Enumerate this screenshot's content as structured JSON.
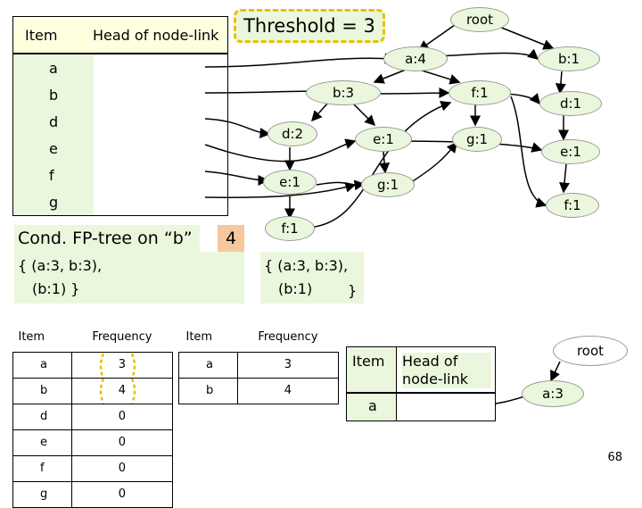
{
  "header_table": {
    "item_label": "Item",
    "head_label": "Head of node-link"
  },
  "items": [
    "a",
    "b",
    "d",
    "e",
    "f",
    "g"
  ],
  "threshold": "Threshold = 3",
  "tree": {
    "root": "root",
    "nodes": {
      "a4": "a:4",
      "b1_top": "b:1",
      "b3": "b:3",
      "f1_right": "f:1",
      "d1": "d:1",
      "d2": "d:2",
      "e1_mid": "e:1",
      "g1_right": "g:1",
      "e1_far": "e:1",
      "e1_low": "e:1",
      "g1_low": "g:1",
      "f1_far": "f:1",
      "f1_low": "f:1"
    }
  },
  "cond": {
    "title": "Cond. FP-tree on “b”",
    "support": "4",
    "left_line1": "{ (a:3, b:3),",
    "left_line2": "(b:1) }",
    "right_line1": "{ (a:3, b:3),",
    "right_line2": "(b:1)",
    "right_close": "}"
  },
  "freq_table_left": {
    "headers": [
      "Item",
      "Frequency"
    ],
    "rows": [
      [
        "a",
        "3"
      ],
      [
        "b",
        "4"
      ],
      [
        "d",
        "0"
      ],
      [
        "e",
        "0"
      ],
      [
        "f",
        "0"
      ],
      [
        "g",
        "0"
      ]
    ]
  },
  "freq_table_right": {
    "headers": [
      "Item",
      "Frequency"
    ],
    "rows": [
      [
        "a",
        "3"
      ],
      [
        "b",
        "4"
      ]
    ]
  },
  "bottom_header": {
    "item": "Item",
    "head": "Head of node-link",
    "row_item": "a"
  },
  "bottom_tree": {
    "root": "root",
    "a3": "a:3"
  },
  "page_number": "68",
  "colors": {
    "node_fill": "#eaf7dc",
    "threshold_border": "#e8c000",
    "highlight": "#f7c8a0",
    "arrow": "#000000"
  }
}
